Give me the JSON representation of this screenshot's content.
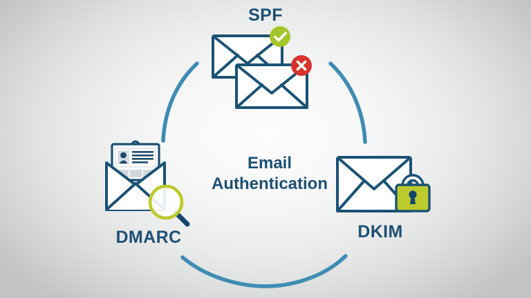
{
  "scene": {
    "title": "Email Authentication Cycle Diagram",
    "background_color": "#efefef",
    "accent_blue": "#1d5072",
    "arc_blue": "#3e8cb3",
    "badge_green": "#a5c62a",
    "badge_red": "#d6342c",
    "lock_green": "#bcca2d",
    "paper_white": "#ffffff",
    "paper_gray": "#d4d9dd"
  },
  "center": {
    "line1": "Email",
    "line2": "Authentication"
  },
  "nodes": [
    {
      "id": "spf",
      "label": "SPF",
      "icon": "two-envelopes-with-pass-and-fail-badges",
      "badges": [
        {
          "name": "check-badge",
          "state": "pass",
          "glyph": "✓",
          "color": "#a5c62a"
        },
        {
          "name": "cross-badge",
          "state": "fail",
          "glyph": "✕",
          "color": "#d6342c"
        }
      ]
    },
    {
      "id": "dmarc",
      "label": "DMARC",
      "icon": "open-envelope-with-id-document-and-magnifier",
      "badges": [
        {
          "name": "magnifier",
          "state": "inspect",
          "glyph": "",
          "color": "#bcca2d"
        }
      ]
    },
    {
      "id": "dkim",
      "label": "DKIM",
      "icon": "envelope-with-padlock",
      "badges": [
        {
          "name": "padlock",
          "state": "signed",
          "glyph": "",
          "color": "#bcca2d"
        }
      ]
    }
  ],
  "arcs": [
    {
      "id": "arc-dmarc-to-spf",
      "from": "dmarc",
      "to": "spf",
      "color": "#3e8cb3"
    },
    {
      "id": "arc-spf-to-dkim",
      "from": "spf",
      "to": "dkim",
      "color": "#3e8cb3"
    },
    {
      "id": "arc-dkim-to-dmarc",
      "from": "dkim",
      "to": "dmarc",
      "color": "#3e8cb3"
    }
  ]
}
